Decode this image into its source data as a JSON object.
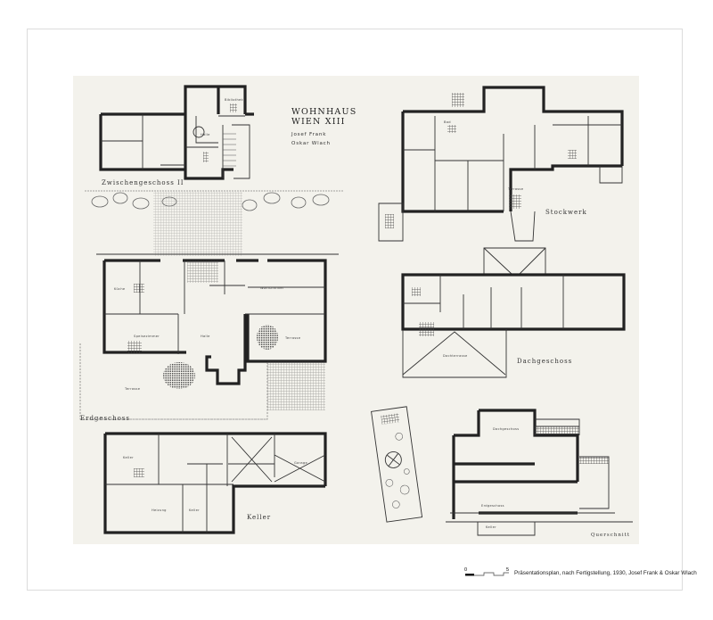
{
  "title": {
    "line1": "WOHNHAUS",
    "line2": "WIEN XIII"
  },
  "architects": [
    "Josef Frank",
    "Oskar Wlach"
  ],
  "floor_labels": {
    "mezzanine": "Zwischengeschoss II",
    "ground": "Erdgeschoss",
    "basement": "Keller",
    "upper": "Stockwerk",
    "attic": "Dachgeschoss",
    "section": "Querschnitt"
  },
  "rooms": {
    "bibliothek": "Bibliothek",
    "halle_z": "Halle",
    "kueche": "Küche",
    "speisezimmer": "Speisezimmer",
    "halle": "Halle",
    "wohnzimmer": "Wohnzimmer",
    "terrasse_eg": "Terrasse",
    "terrasse_sw": "Terrasse",
    "keller1": "Keller",
    "keller2": "Keller",
    "heizung": "Heizung",
    "garage": "Garage",
    "bad": "Bad",
    "terrasse_st": "Terrasse",
    "dachterrasse": "Dachterrasse",
    "dachgeschoss_s": "Dachgeschoss",
    "keller_s": "Keller",
    "erdgeschoss_s": "Erdgeschoss"
  },
  "scale_bar": {
    "start": "0",
    "end": "5"
  },
  "caption": "Präsentationsplan, nach Fertigstellung, 1930, Josef Frank & Oskar Wlach",
  "colors": {
    "paper": "#f3f2ec",
    "ink": "#222222",
    "frame": "#dcdcdc"
  }
}
